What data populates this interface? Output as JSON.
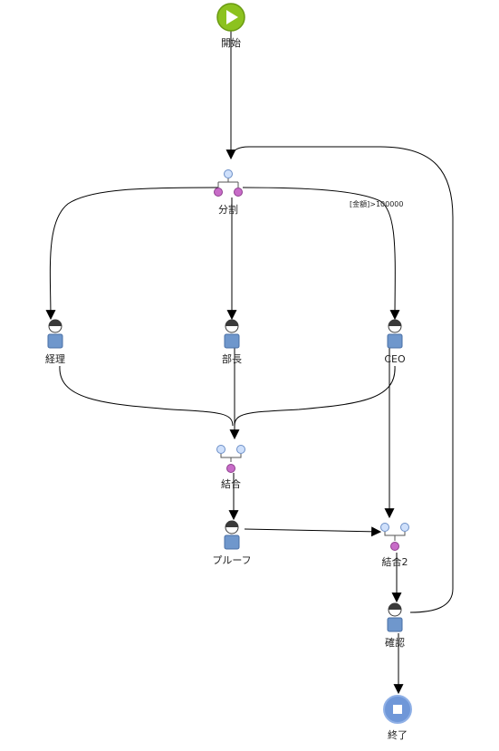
{
  "nodes": {
    "start": {
      "label": "開始",
      "icon": "play-icon"
    },
    "split": {
      "label": "分割",
      "icon": "split-gateway-icon"
    },
    "manager": {
      "label": "経理",
      "icon": "person-icon"
    },
    "dept_head": {
      "label": "部長",
      "icon": "person-icon"
    },
    "ceo": {
      "label": "CEO",
      "icon": "person-icon"
    },
    "join": {
      "label": "結合",
      "icon": "join-gateway-icon"
    },
    "proof": {
      "label": "プルーフ",
      "icon": "person-icon"
    },
    "join2": {
      "label": "結合2",
      "icon": "join-gateway-icon"
    },
    "confirm": {
      "label": "確認",
      "icon": "person-icon"
    },
    "end": {
      "label": "終了",
      "icon": "stop-icon"
    }
  },
  "edges": {
    "ceo_condition": "[金額]>100000"
  },
  "colors": {
    "start_fill": "#8cc21f",
    "end_fill": "#6f97d8",
    "person_body": "#6f97cc",
    "person_head": "#3a3a3a",
    "gateway_in": "#cfe0fb",
    "gateway_out": "#c86cc8"
  }
}
